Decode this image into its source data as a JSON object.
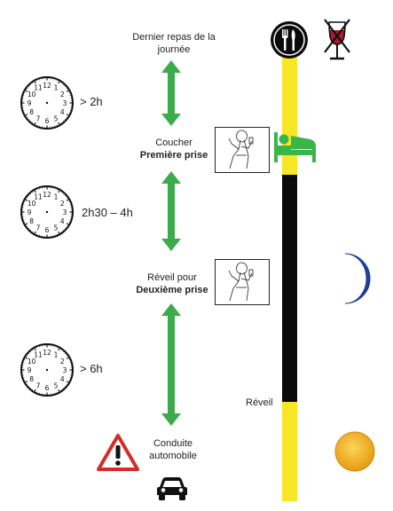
{
  "events": {
    "last_meal_line1": "Dernier repas de la",
    "last_meal_line2": "journée",
    "bedtime_line1": "Coucher",
    "bedtime_line2": "Première prise",
    "wake_line1": "Réveil pour",
    "wake_line2": "Deuxième prise",
    "driving_line1": "Conduite",
    "driving_line2": "automobile"
  },
  "durations": {
    "meal_to_bed": "> 2h",
    "bed_to_wake": "2h30 – 4h",
    "wake_to_drive": "> 6h"
  },
  "timeline": {
    "wake_label": "Réveil"
  },
  "icons": {
    "meal": "fork-knife-icon",
    "no_alcohol": "no-wine-icon",
    "bed": "bed-icon",
    "moon": "moon-icon",
    "sun": "sun-icon",
    "warning": "warning-icon",
    "car": "car-icon",
    "clock": "clock-icon"
  },
  "colors": {
    "arrow_green": "#3cab4b",
    "day_yellow": "#f7e623",
    "night_black": "#0a0a0a",
    "bed_green": "#3ab54a",
    "moon_blue": "#1f4aa8",
    "sun_orange": "#f2a51c",
    "warning_red": "#d62b2b",
    "wine_red": "#b0182b"
  }
}
